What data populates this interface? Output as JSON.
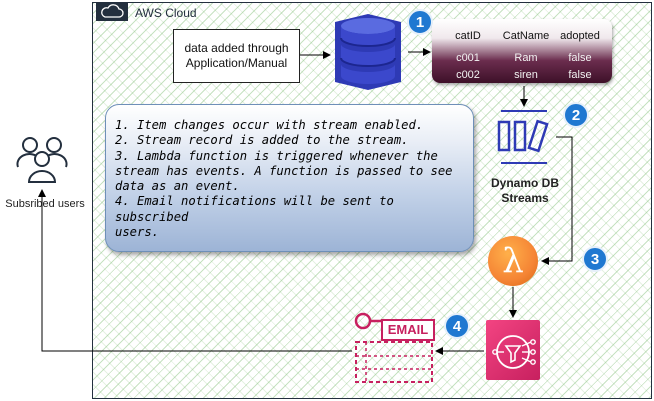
{
  "cloud": {
    "label": "AWS Cloud"
  },
  "data_source": {
    "line1": "data added through",
    "line2": "Application/Manual"
  },
  "table": {
    "headers": [
      "catID",
      "CatName",
      "adopted"
    ],
    "rows": [
      [
        "c001",
        "Ram",
        "false"
      ],
      [
        "c002",
        "siren",
        "false"
      ]
    ]
  },
  "steps": [
    "1. Item changes occur with stream enabled.",
    "2. Stream record is added to the stream.",
    "3. Lambda function is triggered whenever the",
    "stream has events. A function is passed to see",
    "data as an event.",
    "4. Email notifications will be sent to subscribed",
    "users."
  ],
  "streams": {
    "line1": "Dynamo DB",
    "line2": "Streams"
  },
  "users": {
    "label": "Subsribed users"
  },
  "email": {
    "label": "EMAIL"
  },
  "badges": [
    "1",
    "2",
    "3",
    "4"
  ],
  "colors": {
    "badge": "#1f78d1",
    "dynamodb": "#3b48cc",
    "streams": "#2e3ab5",
    "lambda": "#f58535",
    "sns": "#e7157b",
    "email": "#c7205f"
  },
  "icons": {
    "cloud": "aws-cloud-icon",
    "dynamodb": "dynamodb-icon",
    "streams": "dynamodb-streams-icon",
    "lambda": "lambda-icon",
    "sns": "sns-icon",
    "email": "email-icon",
    "users": "users-icon"
  }
}
